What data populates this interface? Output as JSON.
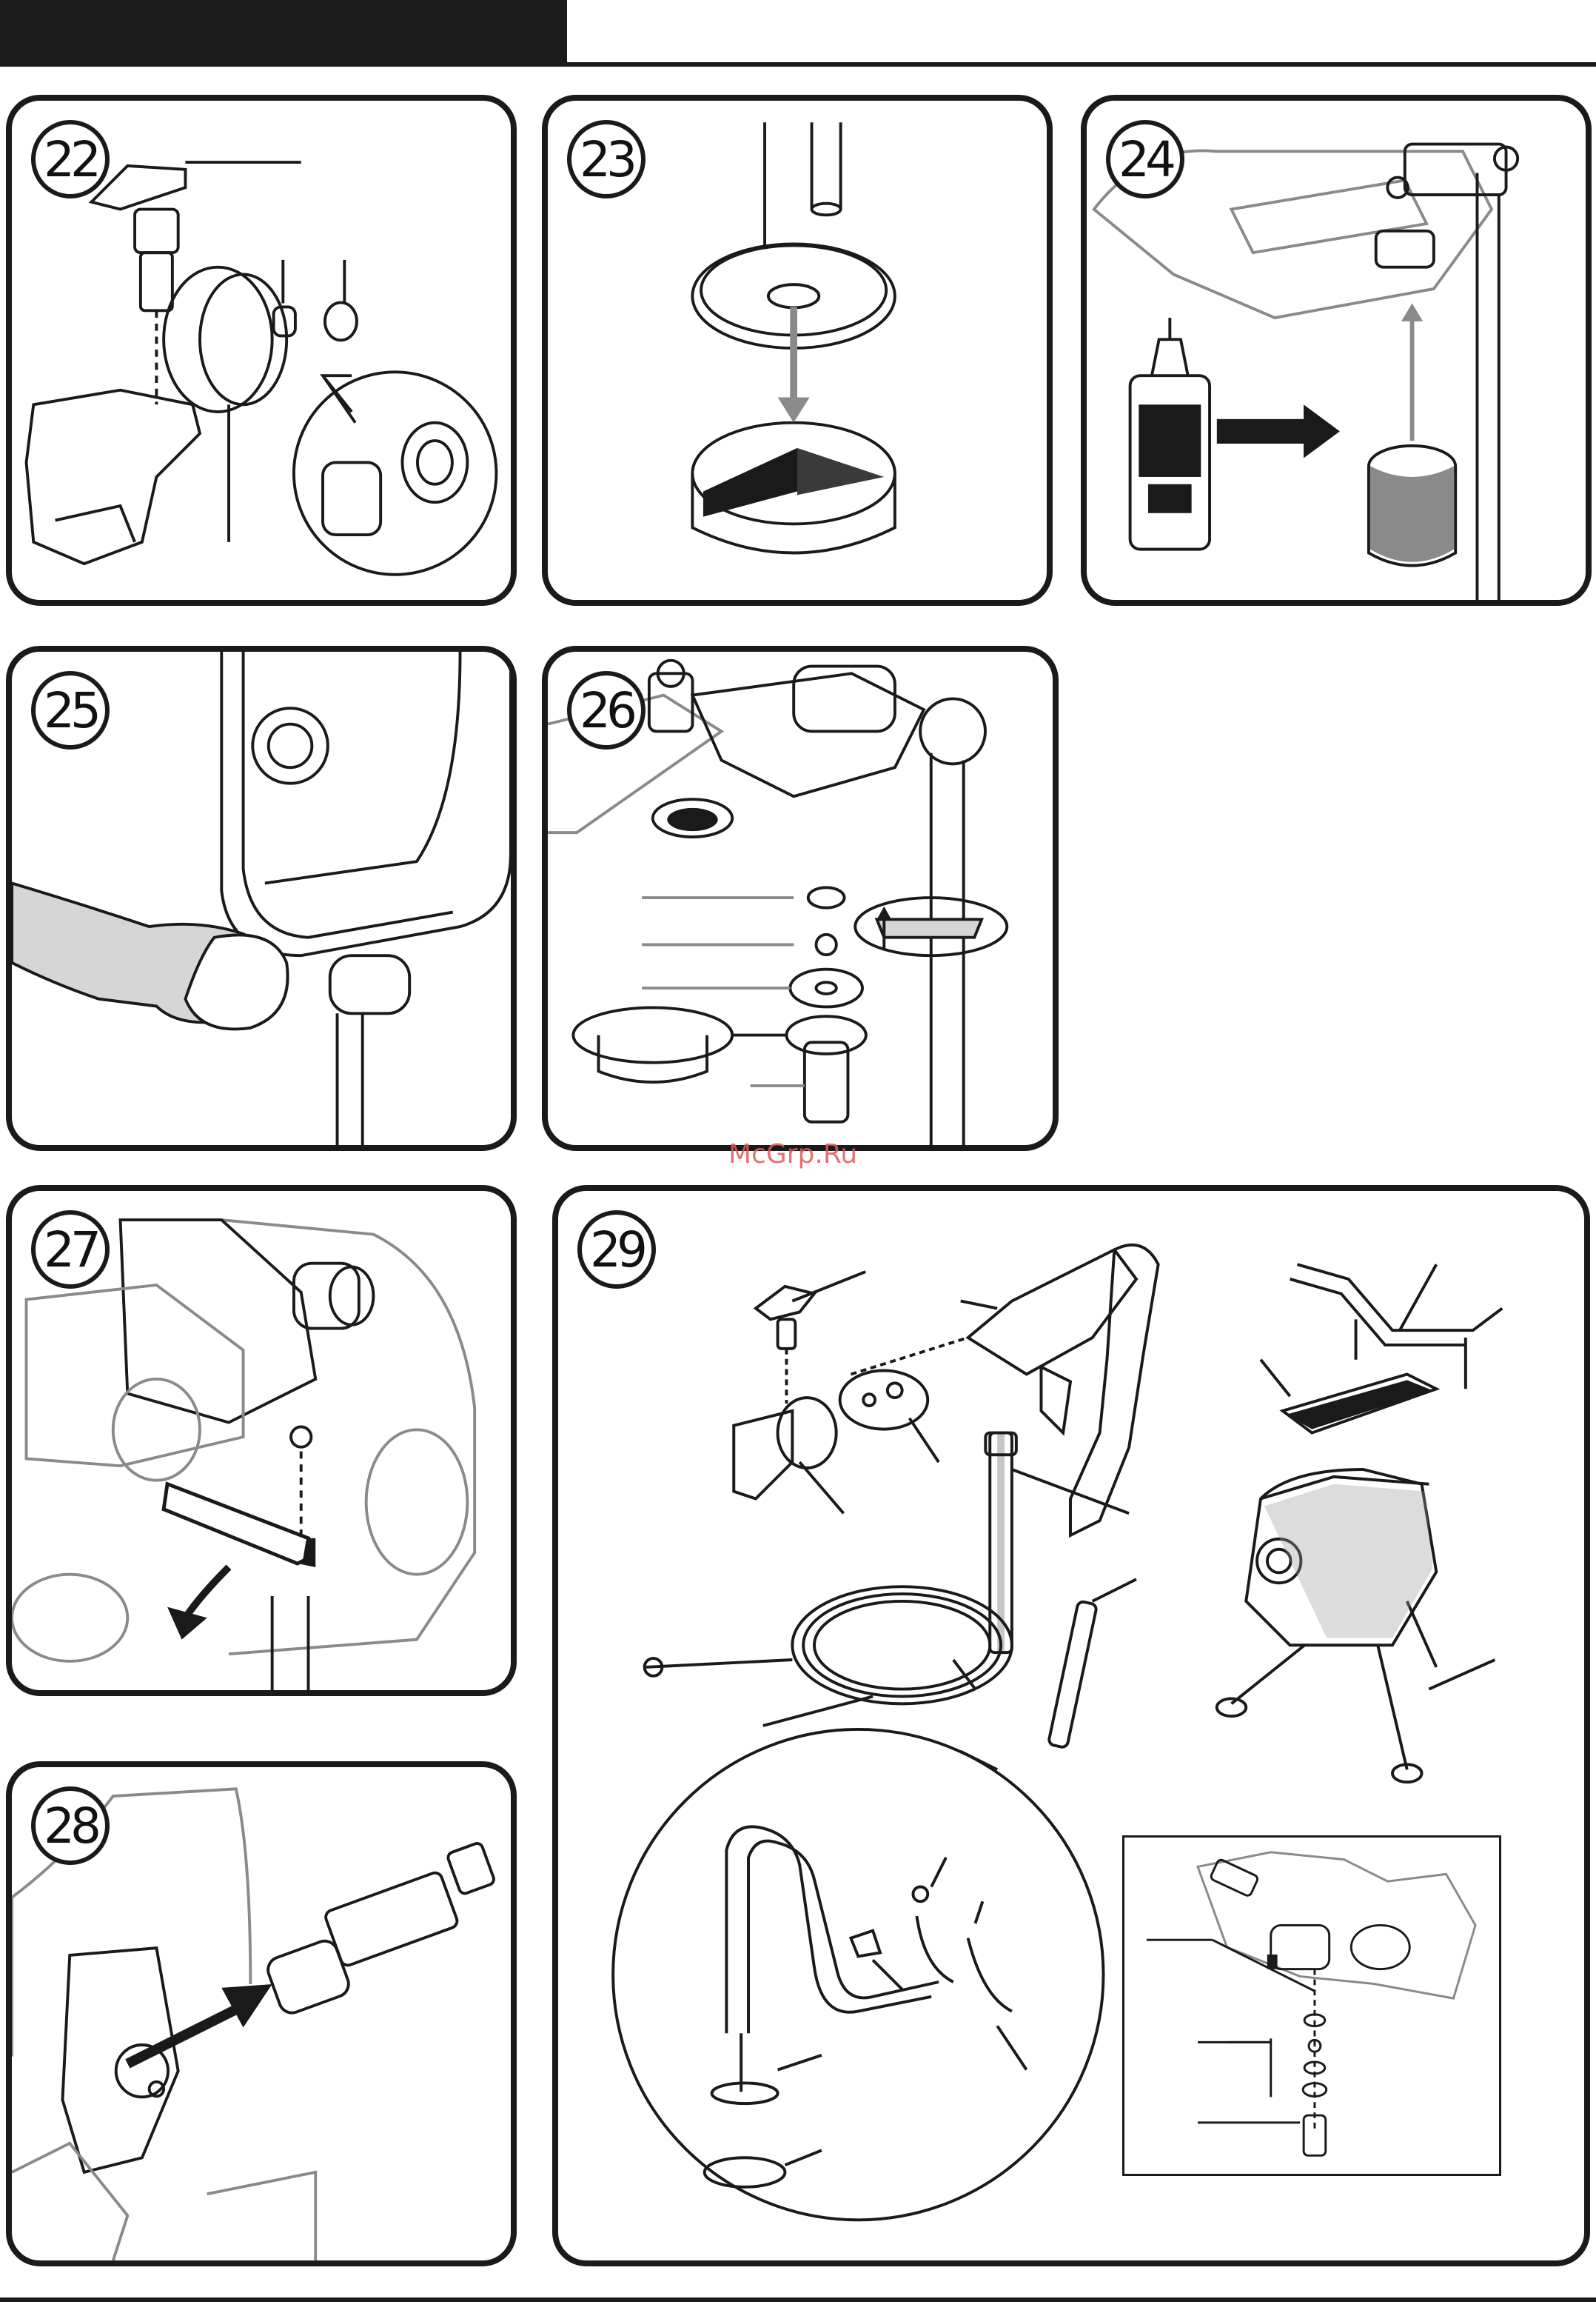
{
  "watermark": "McGrp.Ru",
  "steps": [
    {
      "id": "22",
      "number": "22"
    },
    {
      "id": "23",
      "number": "23"
    },
    {
      "id": "24",
      "number": "24"
    },
    {
      "id": "25",
      "number": "25"
    },
    {
      "id": "26",
      "number": "26"
    },
    {
      "id": "27",
      "number": "27"
    },
    {
      "id": "28",
      "number": "28"
    },
    {
      "id": "29",
      "number": "29"
    }
  ],
  "colors": {
    "ink": "#1a1a1a",
    "line": "#333333",
    "gray": "#9a9a9a",
    "light_gray": "#d6d6d6",
    "watermark": "#e05a5a"
  },
  "icons": {
    "step22": "spray-tip-and-guard-assembly-icon",
    "step23": "filter-cup-icon",
    "step24": "oil-bottle-to-filter-icon",
    "step25": "hand-wiping-pump-icon",
    "step26": "inlet-valve-disassembly-icon",
    "step27": "allen-key-icon",
    "step28": "inlet-valve-insert-icon",
    "step29": "parts-overview-icon"
  }
}
